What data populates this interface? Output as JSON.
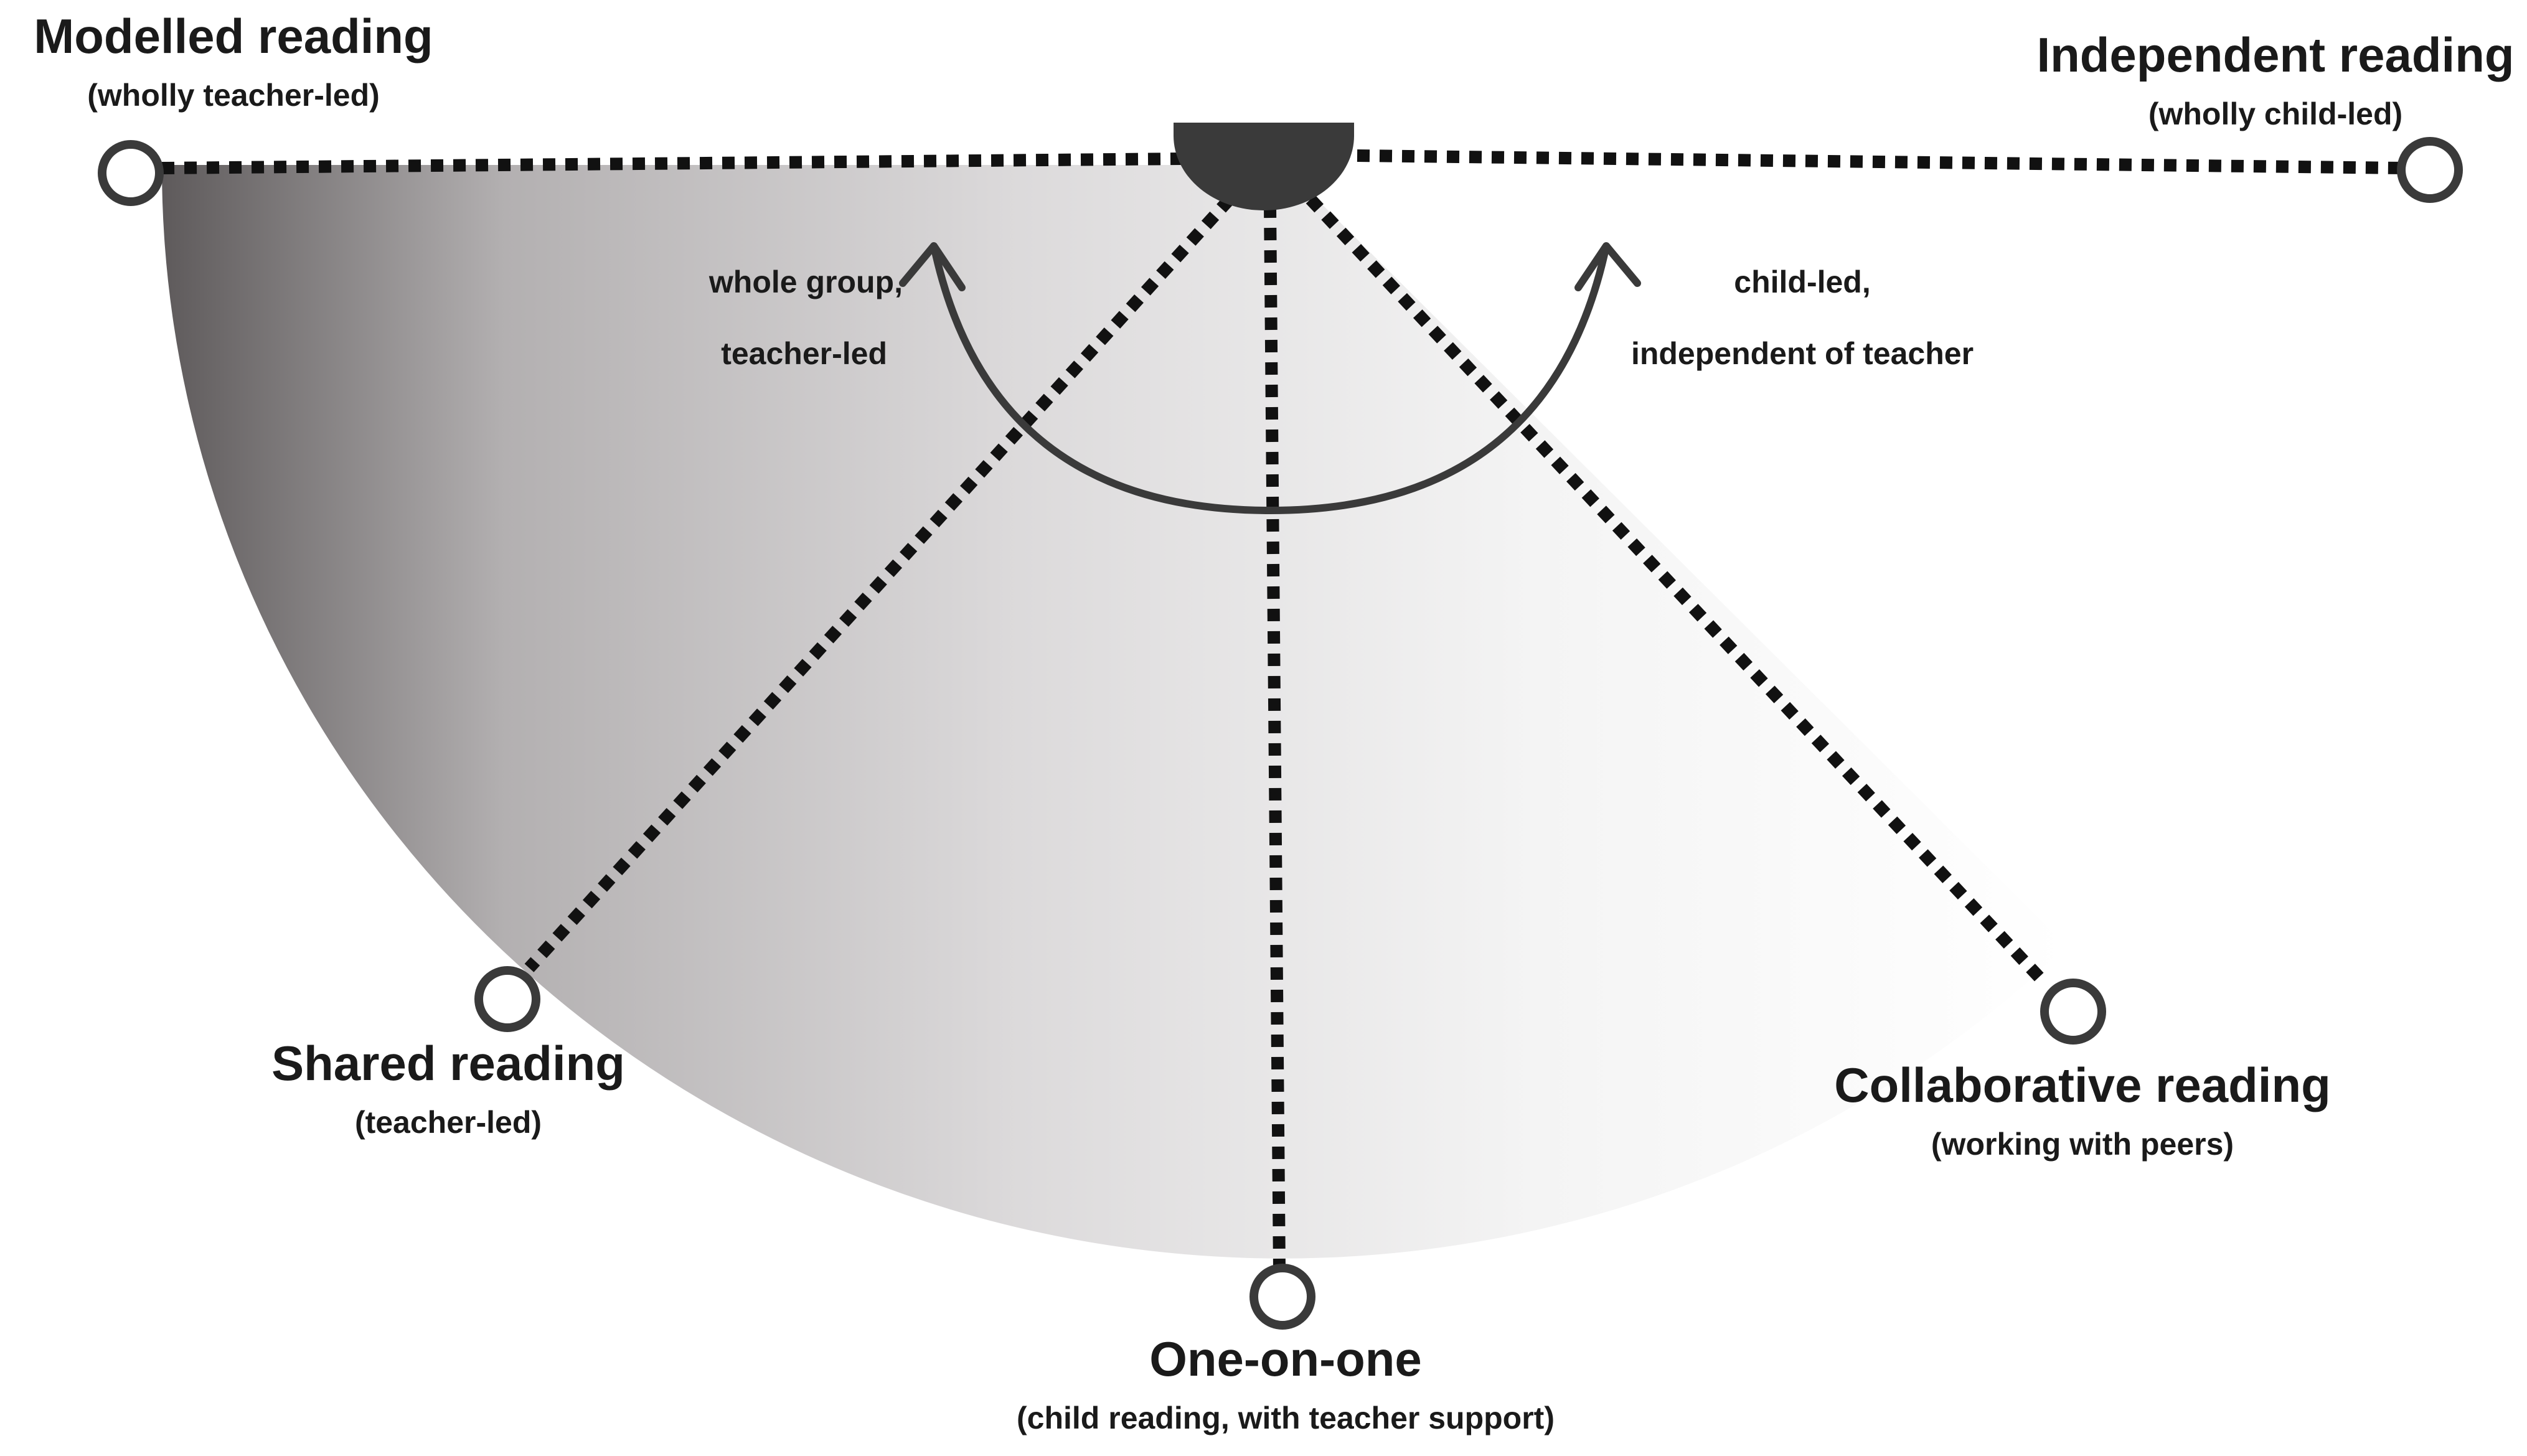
{
  "nodes": {
    "modelled": {
      "title": "Modelled reading",
      "subtitle": "(wholly teacher-led)"
    },
    "independent": {
      "title": "Independent reading",
      "subtitle": "(wholly child-led)"
    },
    "shared": {
      "title": "Shared reading",
      "subtitle": "(teacher-led)"
    },
    "one_on_one": {
      "title": "One-on-one",
      "subtitle": "(child reading, with teacher support)"
    },
    "collaborative": {
      "title": "Collaborative reading",
      "subtitle": "(working with peers)"
    }
  },
  "arc_labels": {
    "left_line1": "whole group,",
    "left_line2": "teacher-led",
    "right_line1": "child-led,",
    "right_line2": "independent of teacher"
  },
  "colors": {
    "fan_dark": "#5e5a5b",
    "fan_light": "#ffffff",
    "hub": "#3a3a3a",
    "dotted_line": "#111111",
    "node_stroke": "#3a3a3a"
  }
}
